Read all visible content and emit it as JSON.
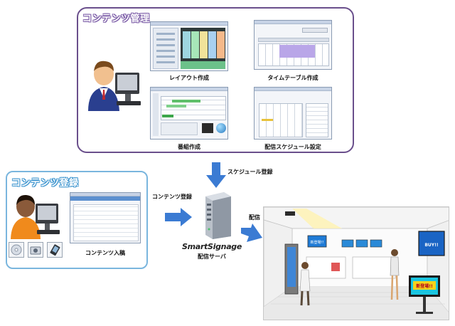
{
  "management": {
    "title": "コンテンツ管理",
    "captions": {
      "layout": "レイアウト作成",
      "timetable": "タイムテーブル作成",
      "program": "番組作成",
      "schedule": "配信スケジュール設定"
    }
  },
  "registration": {
    "title": "コンテンツ登録",
    "input_caption": "コンテンツ入稿"
  },
  "flow": {
    "schedule_label": "スケジュール登録",
    "content_label": "コンテンツ登録",
    "delivery_label": "配信"
  },
  "server": {
    "brand": "SmartSignage",
    "caption": "配信サーバ"
  },
  "store": {
    "signs": [
      "新登場!!",
      "BUY!!",
      "新登場!!"
    ]
  },
  "colors": {
    "management_border": "#6a4f8c",
    "registration_border": "#7ab6de",
    "arrow": "#3b7bd3"
  }
}
